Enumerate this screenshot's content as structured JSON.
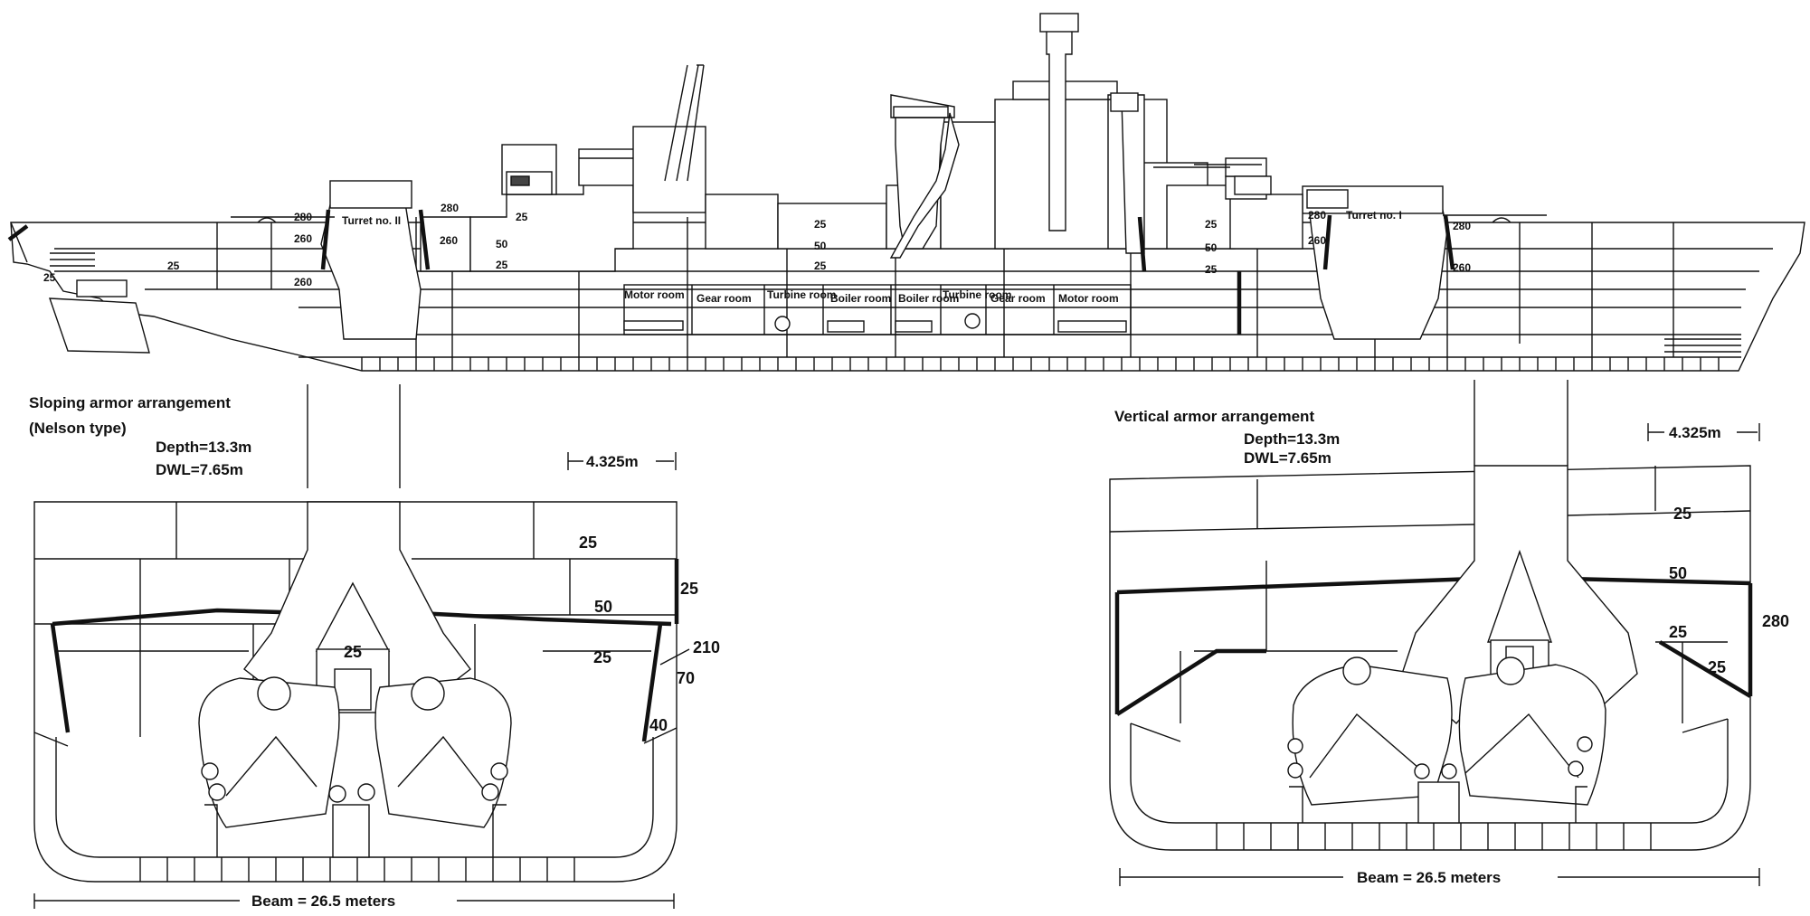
{
  "profile": {
    "turret_2": "Turret no. II",
    "turret_1": "Turret no. I",
    "rooms": [
      "Motor room",
      "Gear room",
      "Turbine room",
      "Boiler room",
      "Boiler room",
      "Turbine room",
      "Gear room",
      "Motor room"
    ],
    "armor_aft": [
      "280",
      "260",
      "260",
      "25",
      "25"
    ],
    "armor_mid_aft": [
      "280",
      "260",
      "50",
      "25",
      "25"
    ],
    "armor_center": [
      "25",
      "50",
      "25"
    ],
    "armor_mid_fwd": [
      "25",
      "50",
      "25"
    ],
    "armor_fwd": [
      "280",
      "260",
      "280",
      "260"
    ]
  },
  "sloping": {
    "title_line1": "Sloping armor arrangement",
    "title_line2": "(Nelson type)",
    "depth": "Depth=13.3m",
    "dwl": "DWL=7.65m",
    "scale": "4.325m",
    "values": [
      "25",
      "50",
      "25",
      "25",
      "25",
      "210",
      "70",
      "40"
    ],
    "beam": "Beam = 26.5 meters"
  },
  "vertical": {
    "title": "Vertical armor arrangement",
    "depth": "Depth=13.3m",
    "dwl": "DWL=7.65m",
    "scale": "4.325m",
    "values": [
      "25",
      "50",
      "25",
      "25",
      "280"
    ],
    "beam": "Beam = 26.5 meters"
  }
}
